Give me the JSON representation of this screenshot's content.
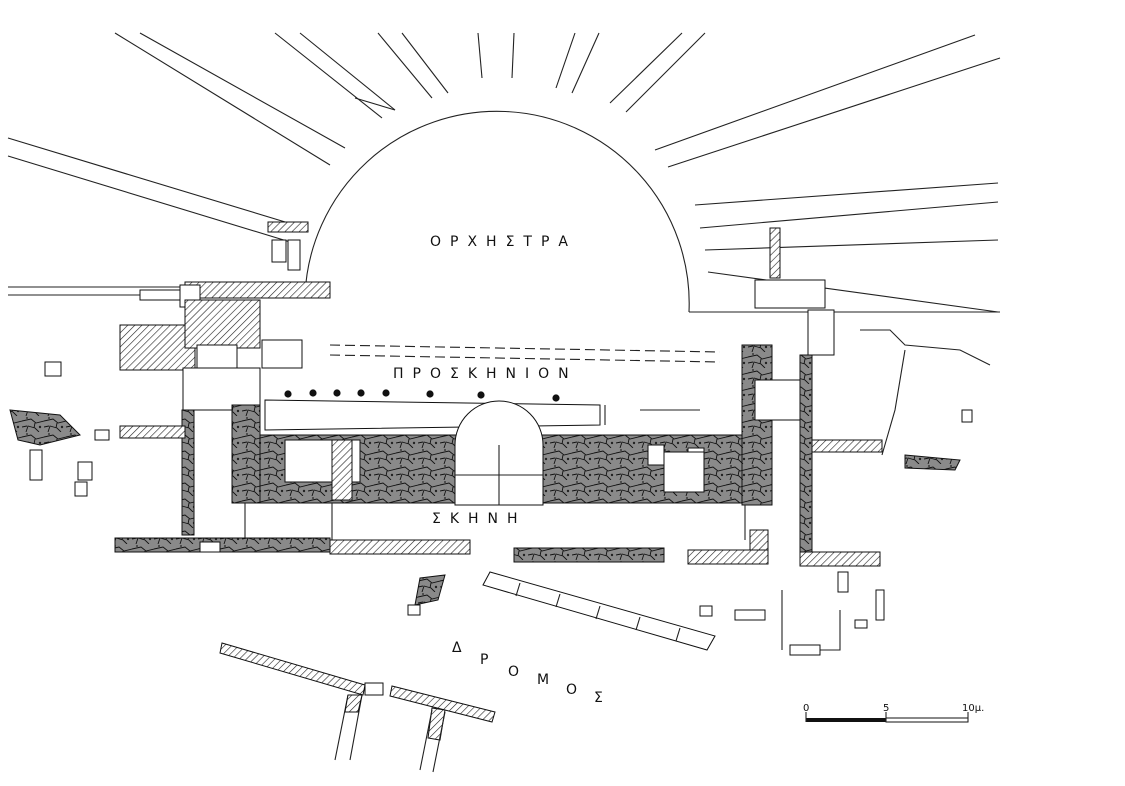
{
  "labels": {
    "orchestra": "ΟΡΧΗΣΤΡΑ",
    "proskenion": "ΠΡΟΣΚΗΝΙΟΝ",
    "skene": "ΣΚΗΝΗ",
    "dromos": [
      "Δ",
      "Ρ",
      "Ο",
      "Μ",
      "Ο",
      "Σ"
    ]
  },
  "scale_bar": {
    "tick_0": "0",
    "tick_5": "5",
    "tick_10": "10μ."
  },
  "colors": {
    "ink": "#111111",
    "paper": "#ffffff"
  }
}
